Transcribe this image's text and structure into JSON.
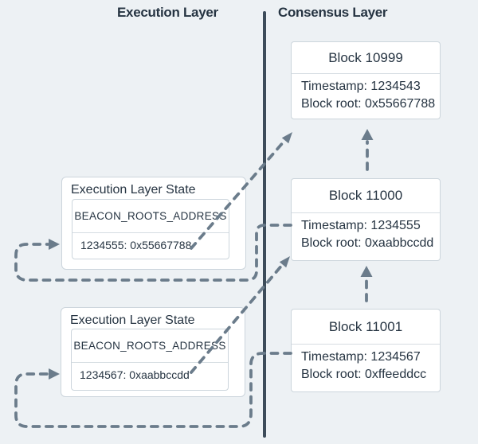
{
  "headers": {
    "execution": "Execution Layer",
    "consensus": "Consensus Layer"
  },
  "consensus_blocks": [
    {
      "title": "Block 10999",
      "timestamp": "Timestamp: 1234543",
      "block_root": "Block root: 0x55667788"
    },
    {
      "title": "Block 11000",
      "timestamp": "Timestamp: 1234555",
      "block_root": "Block root: 0xaabbccdd"
    },
    {
      "title": "Block 11001",
      "timestamp": "Timestamp: 1234567",
      "block_root": "Block root: 0xffeeddcc"
    }
  ],
  "execution_state_boxes": [
    {
      "title": "Execution Layer State",
      "contract": "BEACON_ROOTS_ADDRESS",
      "mapping": "1234555: 0x55667788"
    },
    {
      "title": "Execution Layer State",
      "contract": "BEACON_ROOTS_ADDRESS",
      "mapping": "1234567: 0xaabbccdd"
    }
  ],
  "theme": {
    "bg": "#edf1f4",
    "box-bg": "#ffffff",
    "box-border": "#ccd5dc",
    "rule": "#d6dde2",
    "text": "#263442",
    "divider": "#3d4c5a",
    "dash": "#6b7c8b"
  }
}
